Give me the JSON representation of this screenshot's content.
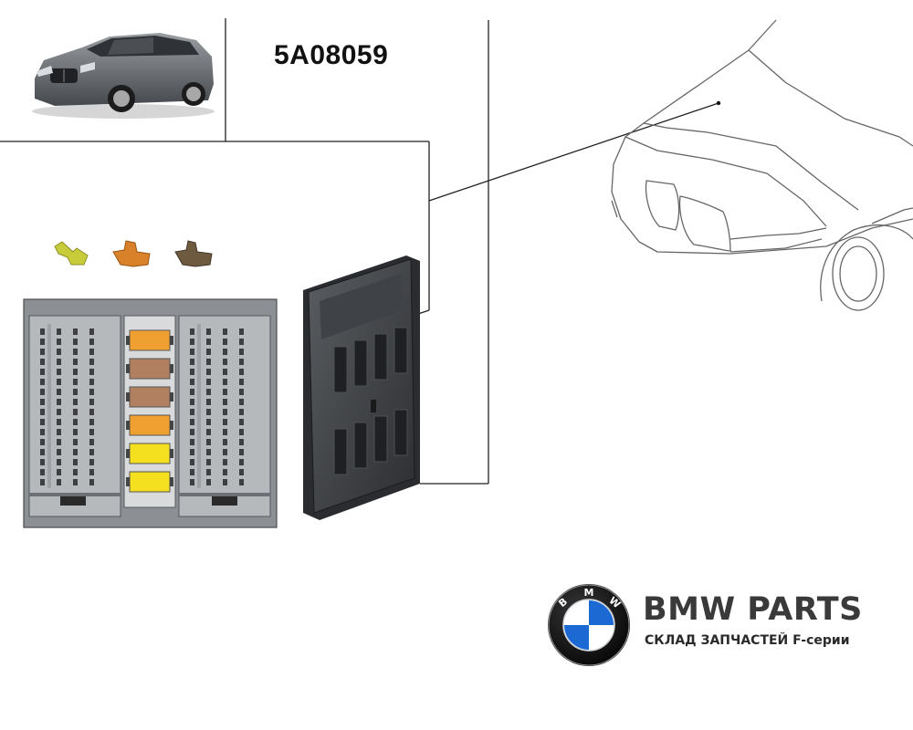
{
  "diagram": {
    "part_number": "5A08059"
  },
  "brand": {
    "title": "BMW PARTS",
    "subtitle": "СКЛАД ЗАПЧАСТЕЙ F-серии",
    "logo_letters": [
      "B",
      "M",
      "W"
    ],
    "colors": {
      "blue": "#1c69d4",
      "ring": "#111111"
    }
  },
  "fuses": {
    "loose_colors": [
      "#c8cc3a",
      "#d9802a",
      "#6e5a3e"
    ],
    "slot_colors": [
      "#f0a030",
      "#b08060",
      "#b08060",
      "#f0a030",
      "#f5e020",
      "#f5e020"
    ]
  }
}
